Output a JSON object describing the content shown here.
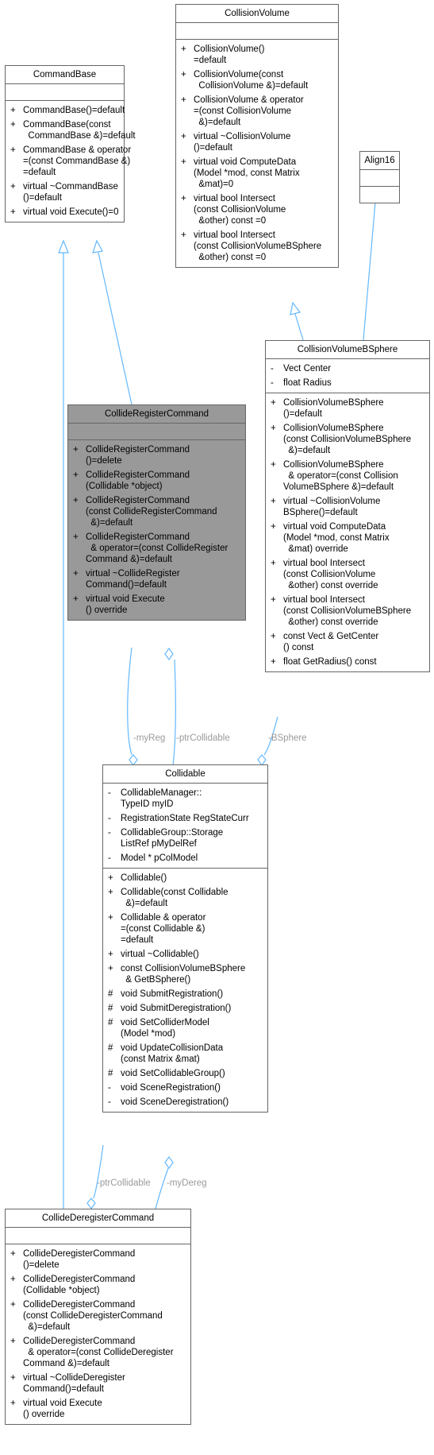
{
  "classes": {
    "command_base": {
      "name": "CommandBase",
      "attributes": [],
      "methods": [
        {
          "v": "+",
          "t": [
            "CommandBase()=default"
          ]
        },
        {
          "v": "+",
          "t": [
            "CommandBase(const",
            "  CommandBase &)=default"
          ]
        },
        {
          "v": "+",
          "t": [
            "CommandBase & operator",
            "=(const CommandBase &)",
            "=default"
          ]
        },
        {
          "v": "+",
          "t": [
            "virtual ~CommandBase",
            "()=default"
          ]
        },
        {
          "v": "+",
          "t": [
            "virtual void Execute()=0"
          ]
        }
      ]
    },
    "collision_volume": {
      "name": "CollisionVolume",
      "attributes": [],
      "methods": [
        {
          "v": "+",
          "t": [
            "CollisionVolume()",
            "=default"
          ]
        },
        {
          "v": "+",
          "t": [
            "CollisionVolume(const",
            "  CollisionVolume &)=default"
          ]
        },
        {
          "v": "+",
          "t": [
            "CollisionVolume & operator",
            "=(const CollisionVolume",
            "  &)=default"
          ]
        },
        {
          "v": "+",
          "t": [
            "virtual ~CollisionVolume",
            "()=default"
          ]
        },
        {
          "v": "+",
          "t": [
            "virtual void ComputeData",
            "(Model *mod, const Matrix",
            "  &mat)=0"
          ]
        },
        {
          "v": "+",
          "t": [
            "virtual bool Intersect",
            "(const CollisionVolume",
            "  &other) const =0"
          ]
        },
        {
          "v": "+",
          "t": [
            "virtual bool Intersect",
            "(const CollisionVolumeBSphere",
            "  &other) const =0"
          ]
        }
      ]
    },
    "align16": {
      "name": "Align16",
      "attributes": [],
      "methods": []
    },
    "collision_volume_bsphere": {
      "name": "CollisionVolumeBSphere",
      "attributes": [
        {
          "v": "-",
          "t": [
            "Vect Center"
          ]
        },
        {
          "v": "-",
          "t": [
            "float Radius"
          ]
        }
      ],
      "methods": [
        {
          "v": "+",
          "t": [
            "CollisionVolumeBSphere",
            "()=default"
          ]
        },
        {
          "v": "+",
          "t": [
            "CollisionVolumeBSphere",
            "(const CollisionVolumeBSphere",
            "  &)=default"
          ]
        },
        {
          "v": "+",
          "t": [
            "CollisionVolumeBSphere",
            "  & operator=(const Collision",
            "VolumeBSphere &)=default"
          ]
        },
        {
          "v": "+",
          "t": [
            "virtual ~CollisionVolume",
            "BSphere()=default"
          ]
        },
        {
          "v": "+",
          "t": [
            "virtual void ComputeData",
            "(Model *mod, const Matrix",
            "  &mat) override"
          ]
        },
        {
          "v": "+",
          "t": [
            "virtual bool Intersect",
            "(const CollisionVolume",
            "  &other) const override"
          ]
        },
        {
          "v": "+",
          "t": [
            "virtual bool Intersect",
            "(const CollisionVolumeBSphere",
            "  &other) const override"
          ]
        },
        {
          "v": "+",
          "t": [
            "const Vect & GetCenter",
            "() const"
          ]
        },
        {
          "v": "+",
          "t": [
            "float GetRadius() const"
          ]
        }
      ]
    },
    "collide_register_command": {
      "name": "CollideRegisterCommand",
      "attributes": [],
      "methods": [
        {
          "v": "+",
          "t": [
            "CollideRegisterCommand",
            "()=delete"
          ]
        },
        {
          "v": "+",
          "t": [
            "CollideRegisterCommand",
            "(Collidable *object)"
          ]
        },
        {
          "v": "+",
          "t": [
            "CollideRegisterCommand",
            "(const CollideRegisterCommand",
            "  &)=default"
          ]
        },
        {
          "v": "+",
          "t": [
            "CollideRegisterCommand",
            "  & operator=(const CollideRegister",
            "Command &)=default"
          ]
        },
        {
          "v": "+",
          "t": [
            "virtual ~CollideRegister",
            "Command()=default"
          ]
        },
        {
          "v": "+",
          "t": [
            "virtual void Execute",
            "() override"
          ]
        }
      ]
    },
    "collidable": {
      "name": "Collidable",
      "attributes": [
        {
          "v": "-",
          "t": [
            "CollidableManager::",
            "TypeID myID"
          ]
        },
        {
          "v": "-",
          "t": [
            "RegistrationState RegStateCurr"
          ]
        },
        {
          "v": "-",
          "t": [
            "CollidableGroup::Storage",
            "ListRef pMyDelRef"
          ]
        },
        {
          "v": "-",
          "t": [
            "Model * pColModel"
          ]
        }
      ],
      "methods": [
        {
          "v": "+",
          "t": [
            "Collidable()"
          ]
        },
        {
          "v": "+",
          "t": [
            "Collidable(const Collidable",
            "  &)=default"
          ]
        },
        {
          "v": "+",
          "t": [
            "Collidable & operator",
            "=(const Collidable &)",
            "=default"
          ]
        },
        {
          "v": "+",
          "t": [
            "virtual ~Collidable()"
          ]
        },
        {
          "v": "+",
          "t": [
            "const CollisionVolumeBSphere",
            "  & GetBSphere()"
          ]
        },
        {
          "v": "#",
          "t": [
            "void SubmitRegistration()"
          ]
        },
        {
          "v": "#",
          "t": [
            "void SubmitDeregistration()"
          ]
        },
        {
          "v": "#",
          "t": [
            "void SetColliderModel",
            "(Model *mod)"
          ]
        },
        {
          "v": "#",
          "t": [
            "void UpdateCollisionData",
            "(const Matrix &mat)"
          ]
        },
        {
          "v": "#",
          "t": [
            "void SetCollidableGroup()"
          ]
        },
        {
          "v": "-",
          "t": [
            "void SceneRegistration()"
          ]
        },
        {
          "v": "-",
          "t": [
            "void SceneDeregistration()"
          ]
        }
      ]
    },
    "collide_deregister_command": {
      "name": "CollideDeregisterCommand",
      "attributes": [],
      "methods": [
        {
          "v": "+",
          "t": [
            "CollideDeregisterCommand",
            "()=delete"
          ]
        },
        {
          "v": "+",
          "t": [
            "CollideDeregisterCommand",
            "(Collidable *object)"
          ]
        },
        {
          "v": "+",
          "t": [
            "CollideDeregisterCommand",
            "(const CollideDeregisterCommand",
            "  &)=default"
          ]
        },
        {
          "v": "+",
          "t": [
            "CollideDeregisterCommand",
            "  & operator=(const CollideDeregister",
            "Command &)=default"
          ]
        },
        {
          "v": "+",
          "t": [
            "virtual ~CollideDeregister",
            "Command()=default"
          ]
        },
        {
          "v": "+",
          "t": [
            "virtual void Execute",
            "() override"
          ]
        }
      ]
    }
  },
  "edge_labels": {
    "my_reg": "-myReg",
    "ptr_collidable_top": "-ptrCollidable",
    "bsphere": "-BSphere",
    "ptr_collidable_bottom": "-ptrCollidable",
    "my_dereg": "-myDereg"
  },
  "colors": {
    "edge": "#63b8ff",
    "border": "#666666",
    "highlight": "#999999",
    "label": "#9a9a9a"
  }
}
